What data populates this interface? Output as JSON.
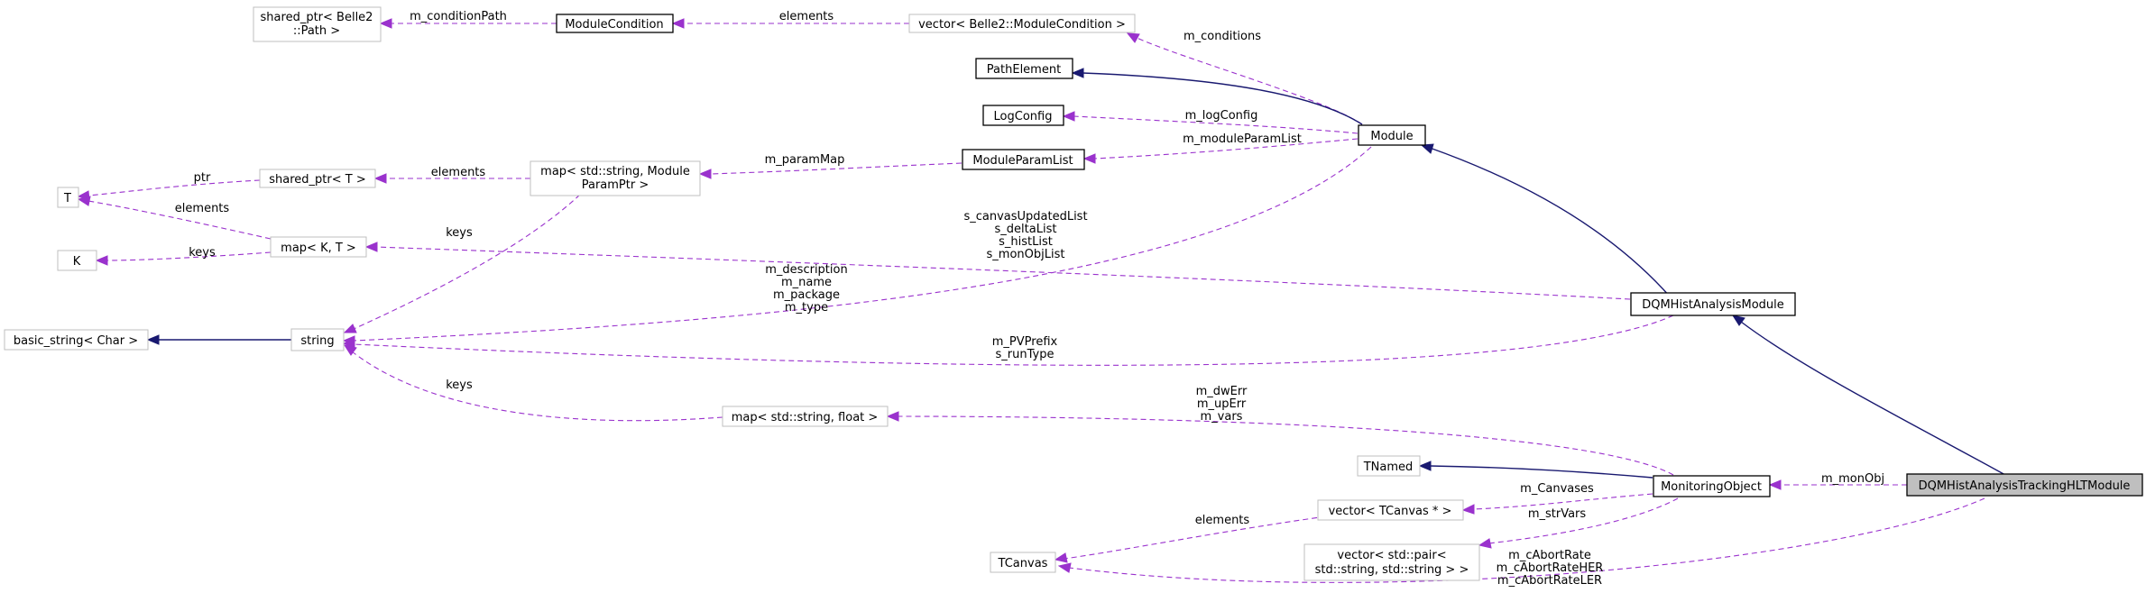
{
  "nodes": {
    "shared_ptr_path": [
      "shared_ptr< Belle2",
      "::Path >"
    ],
    "module_condition": "ModuleCondition",
    "vector_module_condition": "vector< Belle2::ModuleCondition >",
    "path_element": "PathElement",
    "log_config": "LogConfig",
    "module": "Module",
    "module_param_list": "ModuleParamList",
    "map_param": [
      "map< std::string, Module",
      "ParamPtr >"
    ],
    "shared_ptr_t": "shared_ptr< T >",
    "t": "T",
    "k": "K",
    "map_k_t": "map< K, T >",
    "basic_string": "basic_string< Char >",
    "string": "string",
    "dqm_module": "DQMHistAnalysisModule",
    "map_float": "map< std::string, float >",
    "tnamed": "TNamed",
    "monitoring_object": "MonitoringObject",
    "tracking_module": "DQMHistAnalysisTrackingHLTModule",
    "vector_tcanvas": "vector< TCanvas * >",
    "tcanvas": "TCanvas",
    "vector_pair": [
      "vector< std::pair<",
      "std::string, std::string > >"
    ]
  },
  "edge_labels": {
    "condition_path": "m_conditionPath",
    "elements_conditions": "elements",
    "conditions": "m_conditions",
    "log_config": "m_logConfig",
    "module_param_list": "m_moduleParamList",
    "param_map": "m_paramMap",
    "elements_shared": "elements",
    "ptr": "ptr",
    "elements_map": "elements",
    "keys_k": "keys",
    "keys_param": "keys",
    "static_lists": [
      "s_canvasUpdatedList",
      "s_deltaList",
      "s_histList",
      "s_monObjList"
    ],
    "module_strings": [
      "m_description",
      "m_name",
      "m_package",
      "m_type"
    ],
    "pv_prefix": [
      "m_PVPrefix",
      "s_runType"
    ],
    "keys_float": "keys",
    "vars": [
      "m_dwErr",
      "m_upErr",
      "m_vars"
    ],
    "canvases": "m_Canvases",
    "elements_canvas": "elements",
    "str_vars": "m_strVars",
    "mon_obj": "m_monObj",
    "abort_rates": [
      "m_cAbortRate",
      "m_cAbortRateHER",
      "m_cAbortRateLER"
    ]
  },
  "colors": {
    "usage_edge": "#9a32cd",
    "inheritance_edge": "#191970",
    "selected_fill": "#bfbfbf",
    "grey_border": "#bfbfbf"
  }
}
